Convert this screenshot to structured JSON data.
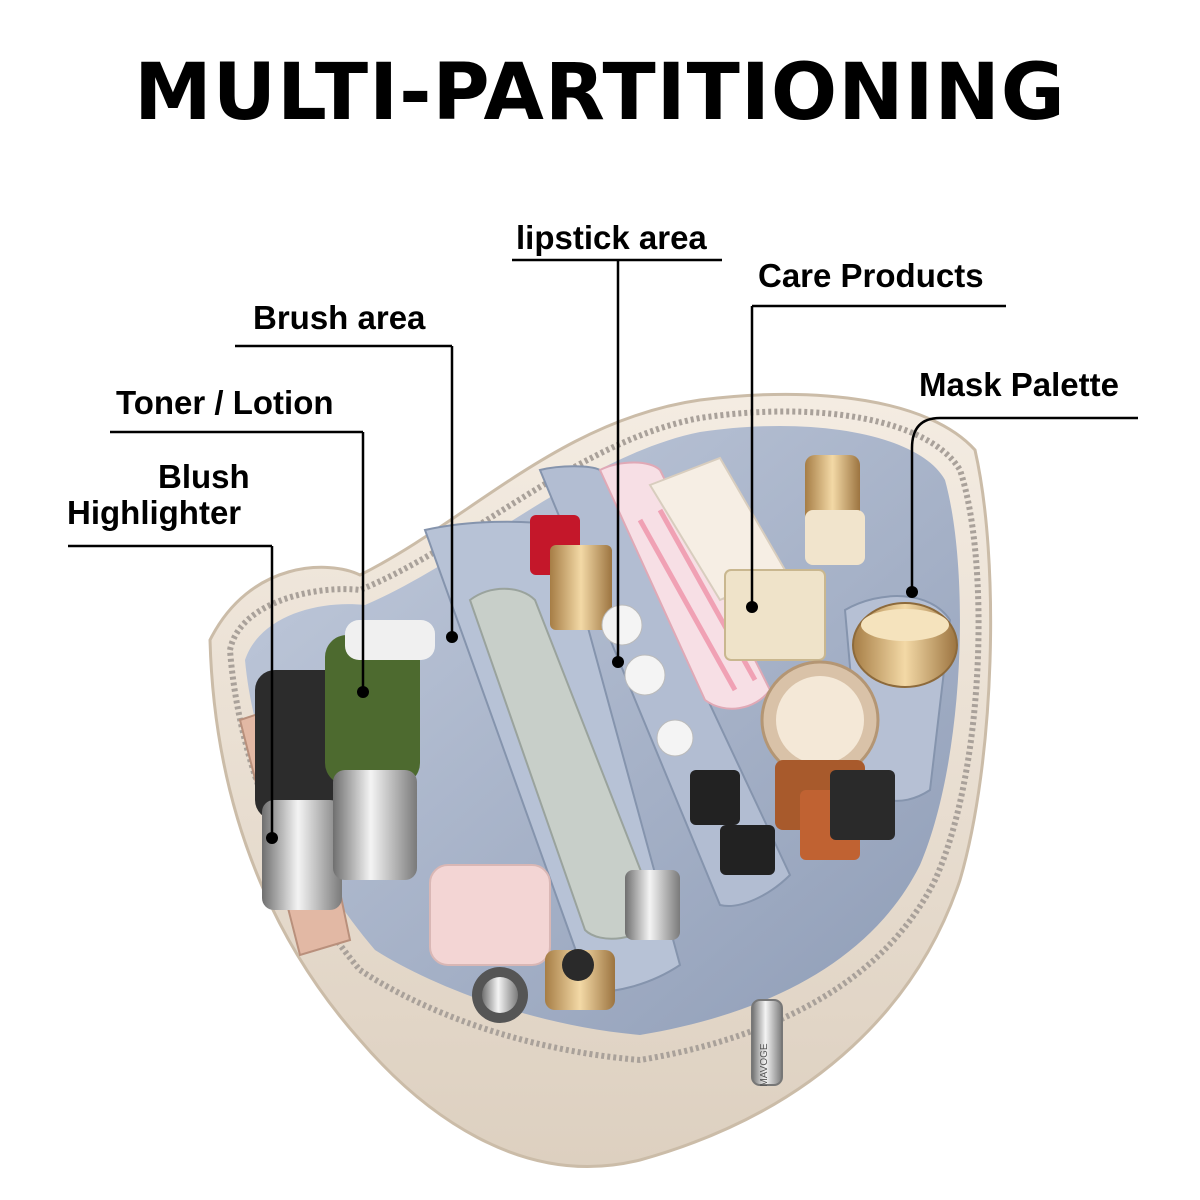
{
  "headline": "MULTI-PARTITIONING",
  "callouts": {
    "lipstick": "lipstick area",
    "care": "Care Products",
    "brush": "Brush area",
    "mask": "Mask Palette",
    "toner": "Toner / Lotion",
    "blush_line1": "Blush",
    "blush_line2": "Highlighter"
  },
  "zipper_tag": "MAVOGE",
  "colors": {
    "background": "#ffffff",
    "text": "#000000",
    "bag_shell": "#eee3d6",
    "bag_lining": "#aab6cc"
  }
}
